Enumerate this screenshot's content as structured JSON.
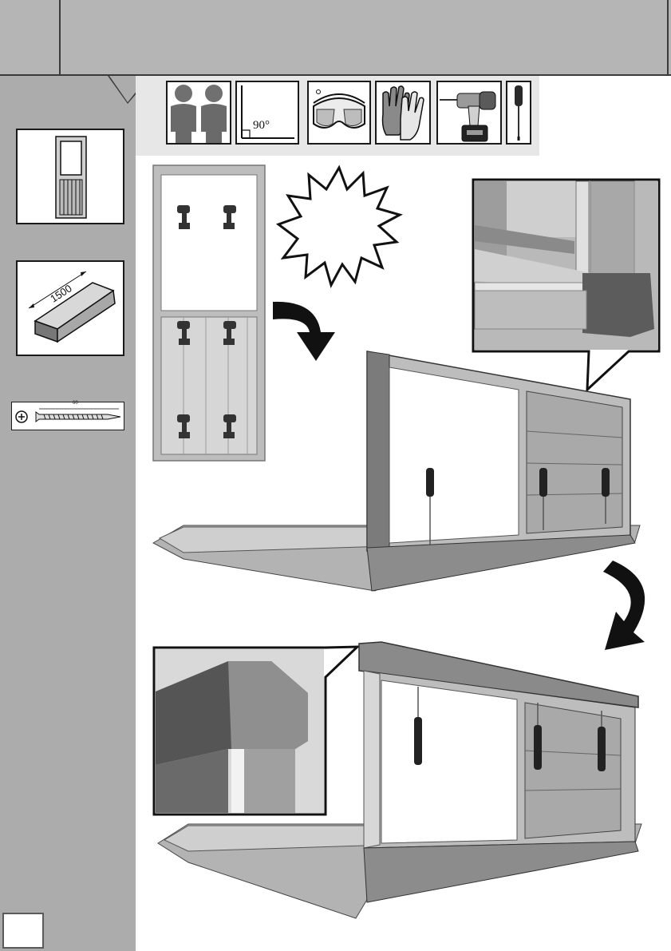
{
  "tools": {
    "angle_label": "90°",
    "items": [
      {
        "icon": "two-people-icon"
      },
      {
        "icon": "right-angle-icon"
      },
      {
        "icon": "safety-goggles-icon"
      },
      {
        "icon": "work-gloves-icon"
      },
      {
        "icon": "cordless-drill-icon"
      },
      {
        "icon": "screwdriver-icon"
      }
    ]
  },
  "parts": {
    "timber_length": "1500",
    "screw_length": "60"
  },
  "page": {
    "number": ""
  }
}
